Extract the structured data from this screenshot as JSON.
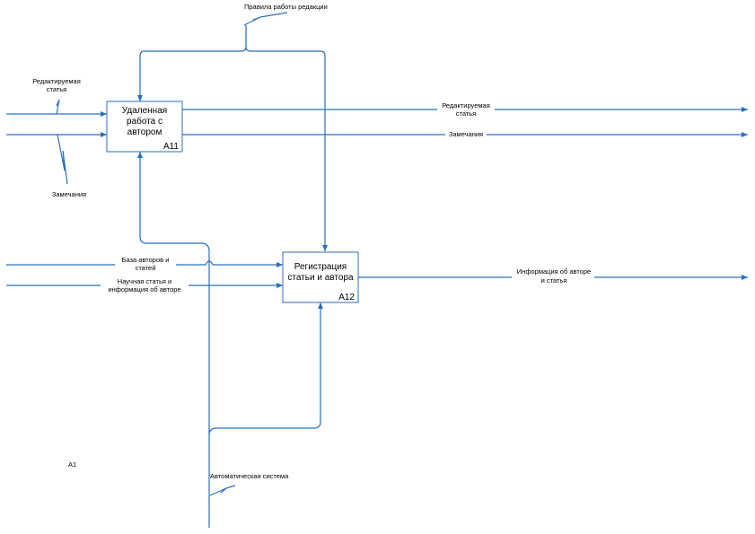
{
  "diagram": {
    "page_id": "A1",
    "boxes": [
      {
        "name": "Удаленная работа с автором",
        "lines": [
          "Удаленная",
          "работа с",
          "автором"
        ],
        "id": "A11"
      },
      {
        "name": "Регистрация статьи и автора",
        "lines": [
          "Регистрация",
          "статьи и автора"
        ],
        "id": "A12"
      }
    ],
    "arrows": {
      "control_rules": "Правила работы редакции",
      "input_edited_article": [
        "Редактируемая",
        "статья"
      ],
      "input_remarks": "Замечания",
      "output_edited_article": [
        "Редактируемая",
        "статья"
      ],
      "output_remarks": "Замечания",
      "input_authors_base": [
        "База авторов и",
        "статей"
      ],
      "input_article_info": [
        "Научная статья и",
        "информация об авторе"
      ],
      "output_info": [
        "Информация об авторе",
        "и статья"
      ],
      "mechanism": "Автоматическая система"
    },
    "colors": {
      "line": "#2a6fbf",
      "text": "#000000",
      "background": "#ffffff"
    }
  }
}
